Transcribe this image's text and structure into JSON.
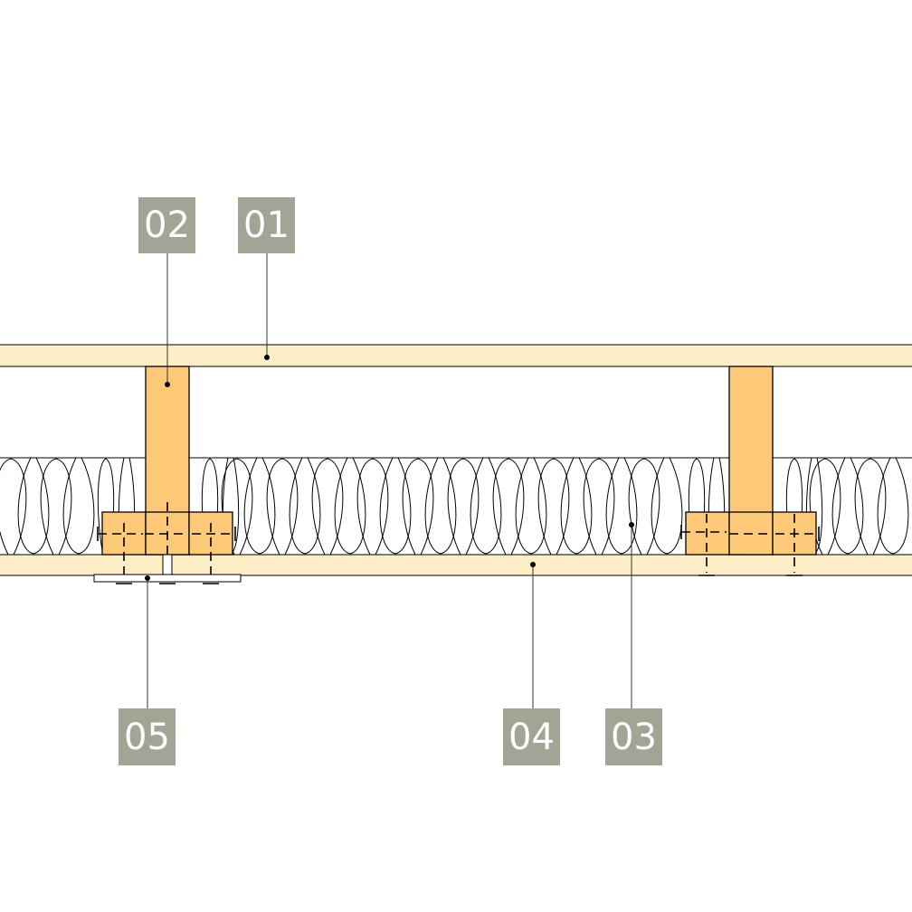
{
  "labels": [
    {
      "id": "01",
      "text": "01"
    },
    {
      "id": "02",
      "text": "02"
    },
    {
      "id": "03",
      "text": "03"
    },
    {
      "id": "04",
      "text": "04"
    },
    {
      "id": "05",
      "text": "05"
    }
  ],
  "colors": {
    "tag_fill": "#a3a396",
    "tag_text": "#ffffff",
    "board": "#fdeec8",
    "timber": "#ffc97a",
    "line": "#000000"
  }
}
